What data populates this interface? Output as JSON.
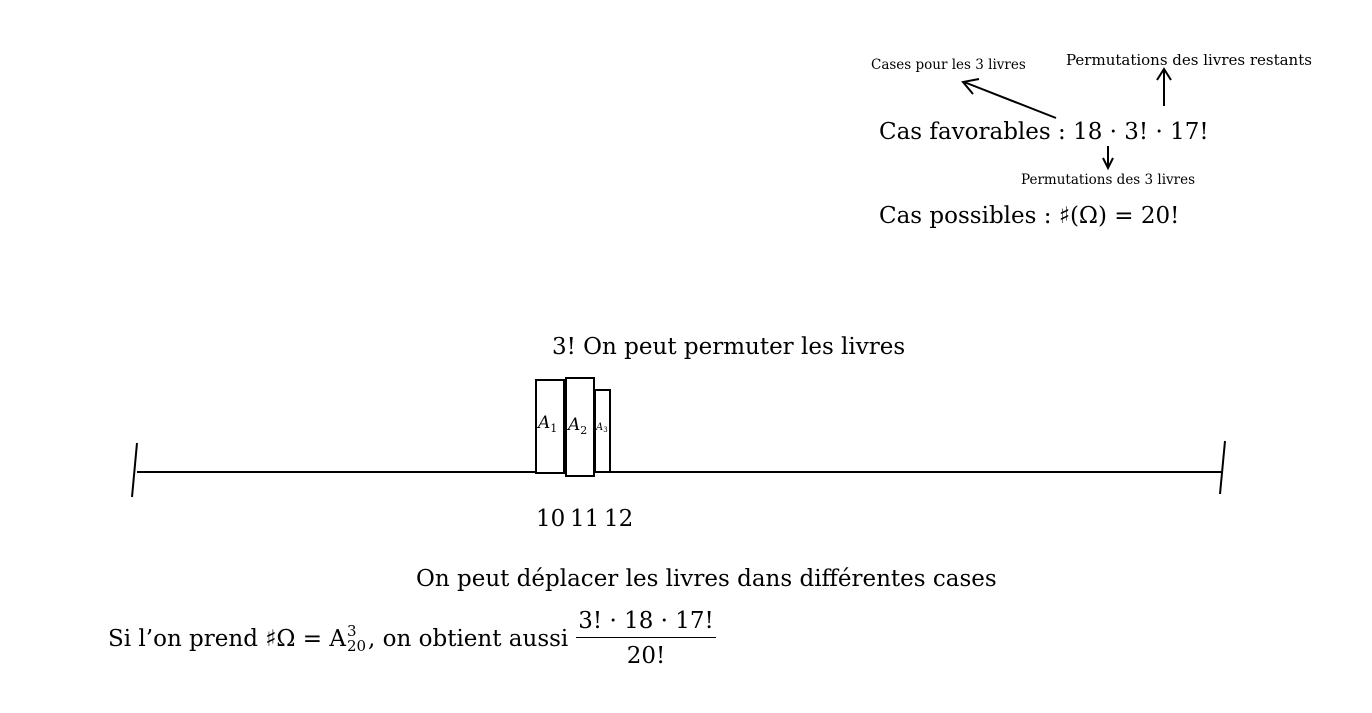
{
  "annotations": {
    "cases_label": "Cases pour les 3 livres",
    "remaining_label": "Permutations des livres restants",
    "three_books_label": "Permutations des 3 livres"
  },
  "favorables": {
    "label": "Cas favorables :",
    "expr": "18 · 3! · 17!"
  },
  "possibles": {
    "label": "Cas possibles :",
    "expr": "♯(Ω) = 20!"
  },
  "diagram": {
    "permute_caption": "3!  On peut permuter les livres",
    "books": [
      {
        "letter": "A",
        "index": "1"
      },
      {
        "letter": "A",
        "index": "2"
      },
      {
        "letter": "A",
        "index": "3"
      }
    ],
    "positions": [
      "10",
      "11",
      "12"
    ],
    "move_caption": "On peut déplacer les livres dans différentes cases"
  },
  "formula": {
    "prefix": "Si l’on prend ♯Ω = A",
    "sup": "3",
    "sub": "20",
    "middle": ",  on obtient aussi",
    "numerator": "3! · 18 · 17!",
    "denominator": "20!"
  }
}
